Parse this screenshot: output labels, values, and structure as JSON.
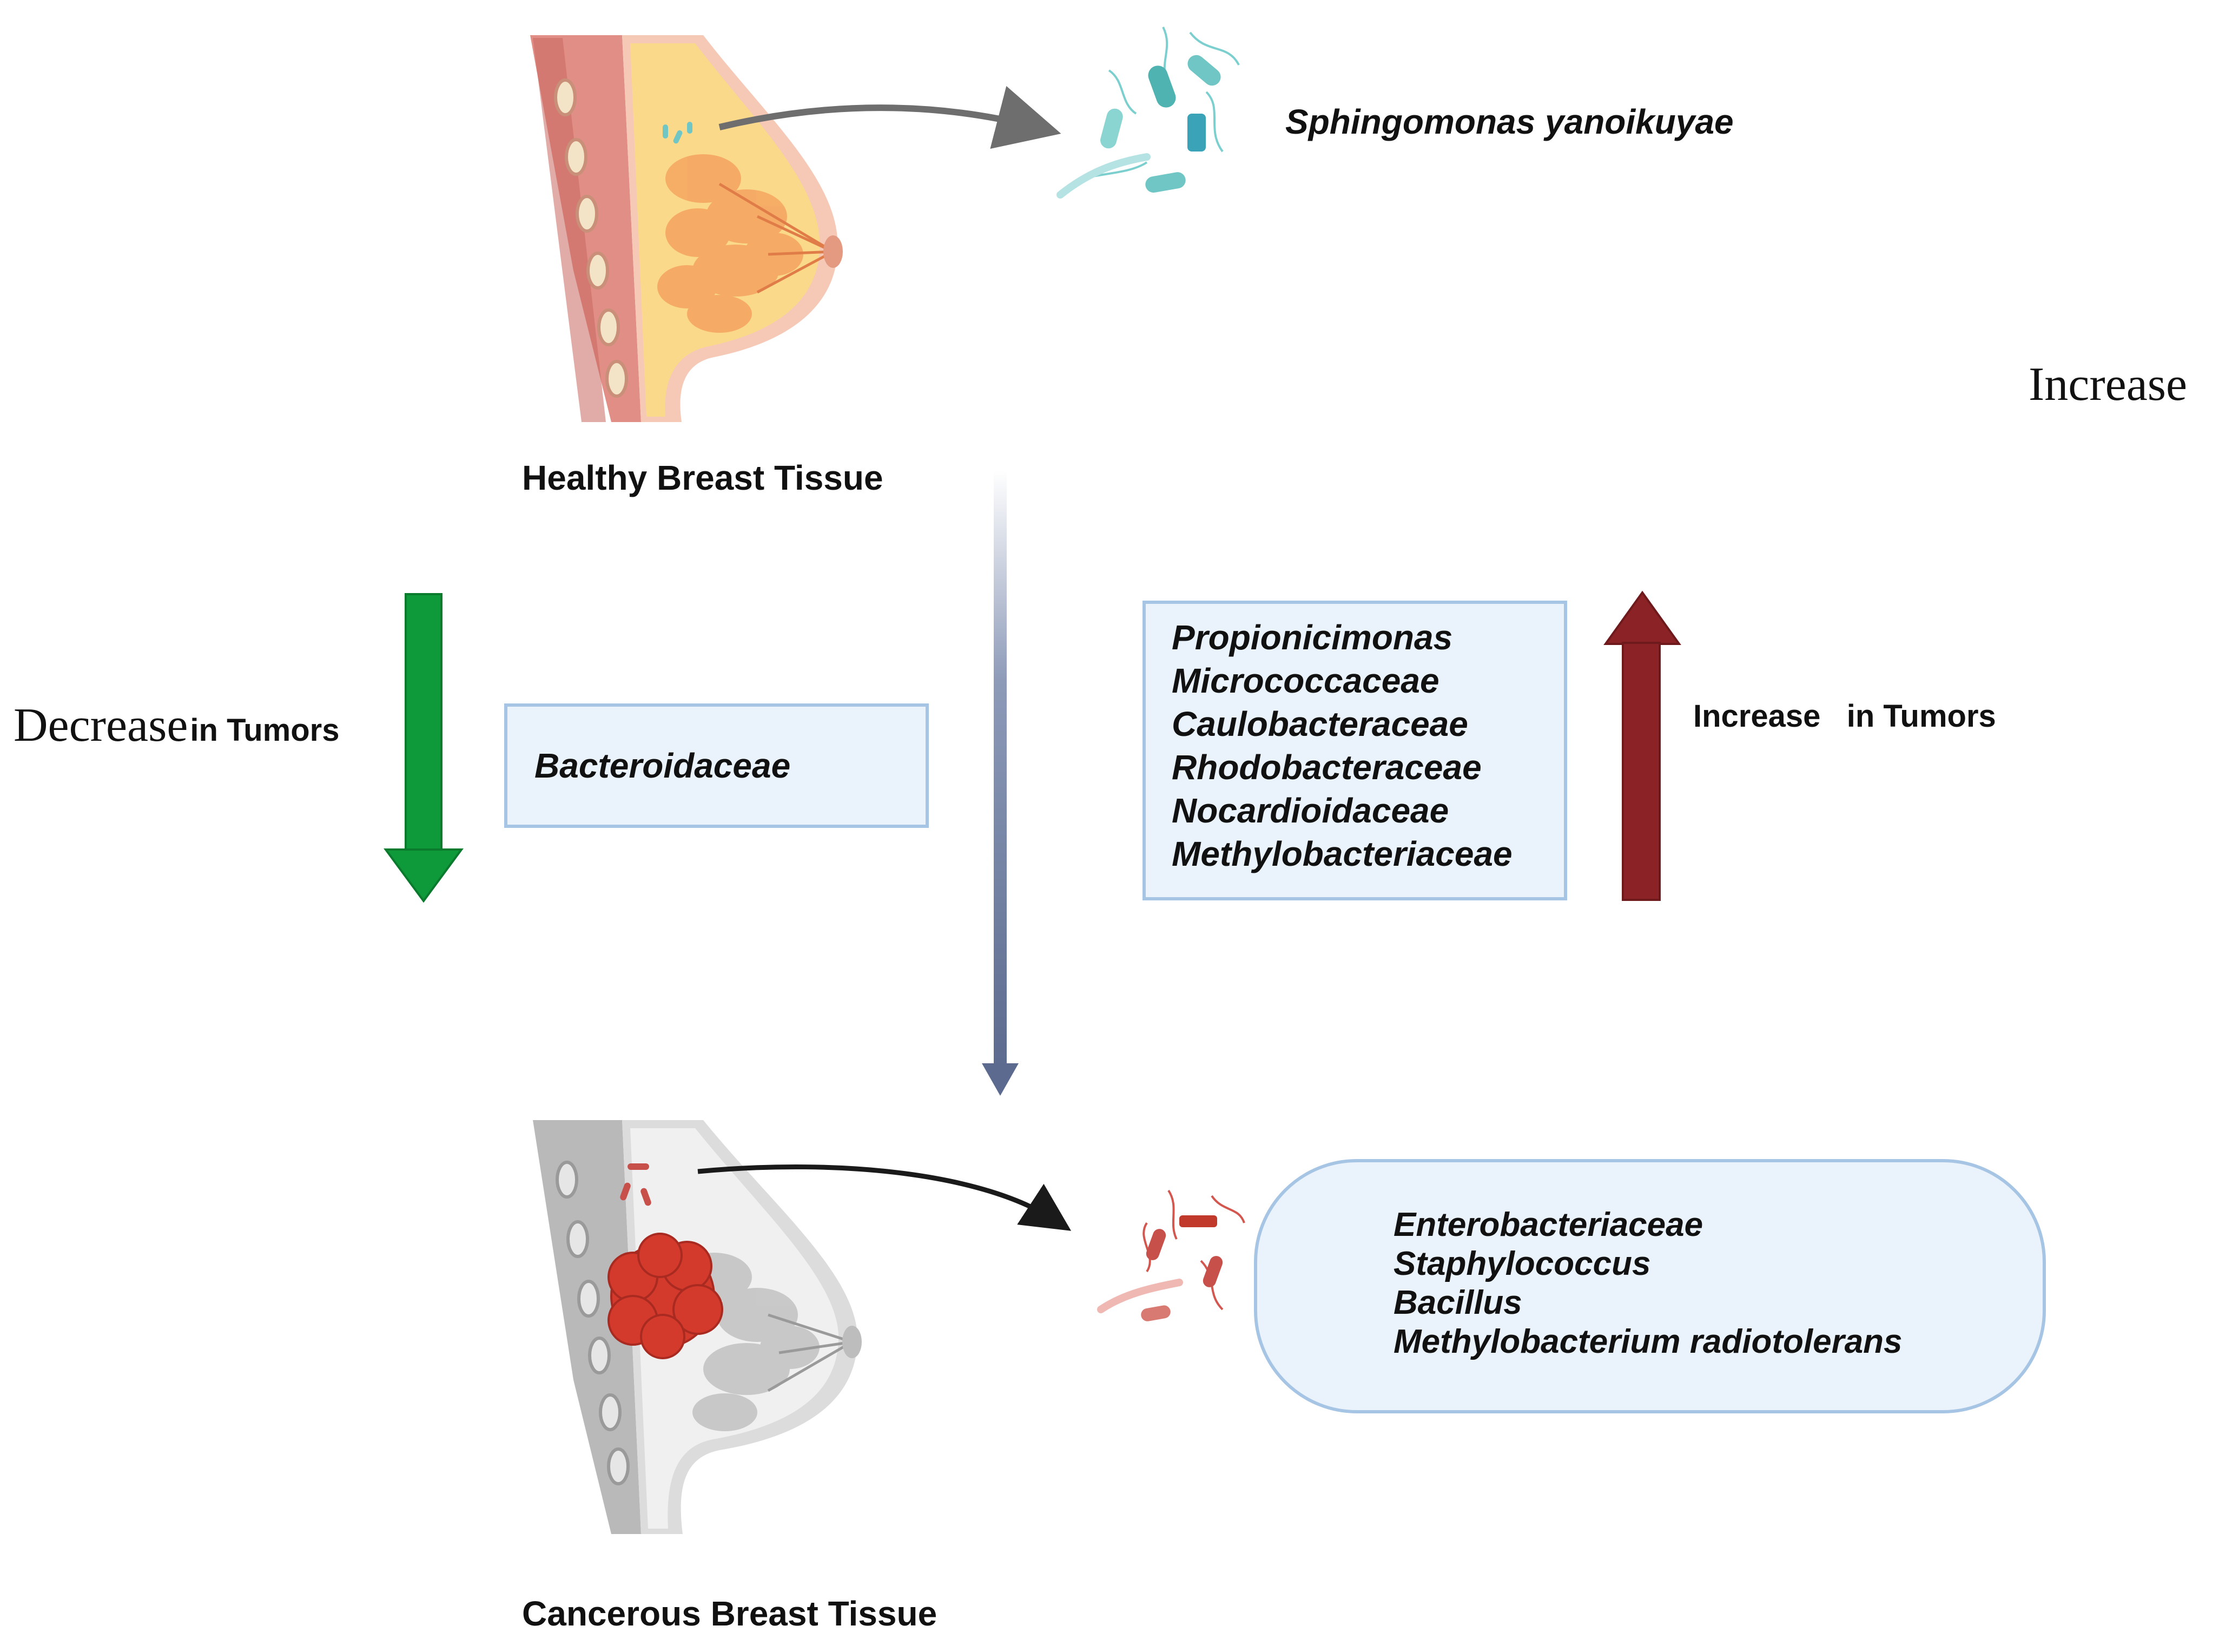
{
  "healthy": {
    "label": "Healthy Breast Tissue",
    "bacterium": "Sphingomonas yanoikuyae"
  },
  "cancerous": {
    "label": "Cancerous Breast Tissue",
    "bacteria": [
      "Enterobacteriaceae",
      "Staphylococcus",
      "Bacillus",
      "Methylobacterium radiotolerans"
    ]
  },
  "top_right_label": "Increase",
  "decrease": {
    "word": "Decrease",
    "suffix": "in Tumors",
    "taxa": [
      "Bacteroidaceae"
    ],
    "arrow_color": "#0e9a3a"
  },
  "increase": {
    "word": "Increase",
    "suffix": "in Tumors",
    "taxa": [
      "Propionicimonas",
      "Micrococcaceae",
      "Caulobacteraceae",
      "Rhodobacteraceae",
      "Nocardioidaceae",
      "Methylobacteriaceae"
    ],
    "arrow_color": "#8b2326"
  },
  "colors": {
    "box_fill": "#eaf2fb",
    "box_border": "#a6c4e4",
    "center_arrow": "#5b6a8e",
    "tumor": "#d43a2c"
  }
}
